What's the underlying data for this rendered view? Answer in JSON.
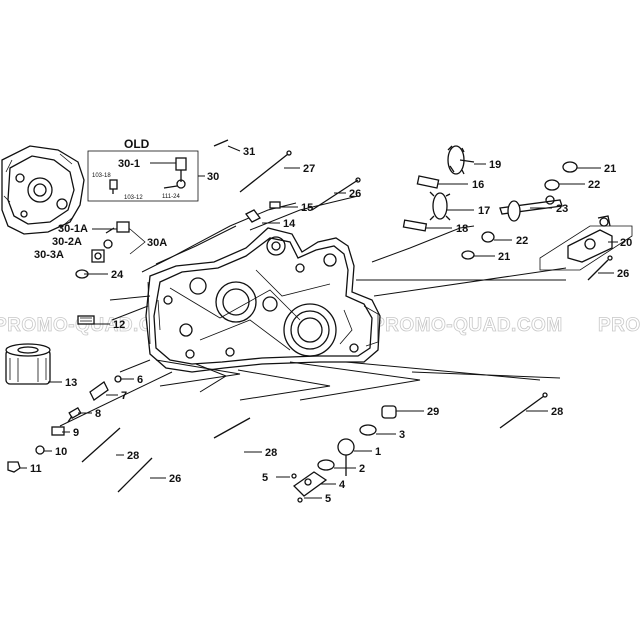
{
  "watermark": "PROMO-QUAD.COM",
  "old_box": {
    "title": "OLD",
    "labels": [
      "30-1",
      "103-18",
      "103-12",
      "111-24"
    ]
  },
  "callouts": [
    {
      "id": "c19",
      "text": "19"
    },
    {
      "id": "c16",
      "text": "16"
    },
    {
      "id": "c17",
      "text": "17"
    },
    {
      "id": "c18",
      "text": "18"
    },
    {
      "id": "c21a",
      "text": "21"
    },
    {
      "id": "c22a",
      "text": "22"
    },
    {
      "id": "c23",
      "text": "23"
    },
    {
      "id": "c22b",
      "text": "22"
    },
    {
      "id": "c21b",
      "text": "21"
    },
    {
      "id": "c20",
      "text": "20"
    },
    {
      "id": "c26a",
      "text": "26"
    },
    {
      "id": "c31",
      "text": "31"
    },
    {
      "id": "c27",
      "text": "27"
    },
    {
      "id": "c26b",
      "text": "26"
    },
    {
      "id": "c15",
      "text": "15"
    },
    {
      "id": "c14",
      "text": "14"
    },
    {
      "id": "c30",
      "text": "30"
    },
    {
      "id": "c30_1A",
      "text": "30-1A"
    },
    {
      "id": "c30_2A",
      "text": "30-2A"
    },
    {
      "id": "c30_3A",
      "text": "30-3A"
    },
    {
      "id": "c30A",
      "text": "30A"
    },
    {
      "id": "c24",
      "text": "24"
    },
    {
      "id": "c12",
      "text": "12"
    },
    {
      "id": "c13",
      "text": "13"
    },
    {
      "id": "c6",
      "text": "6"
    },
    {
      "id": "c7",
      "text": "7"
    },
    {
      "id": "c8",
      "text": "8"
    },
    {
      "id": "c9",
      "text": "9"
    },
    {
      "id": "c10",
      "text": "10"
    },
    {
      "id": "c11",
      "text": "11"
    },
    {
      "id": "c28a",
      "text": "28"
    },
    {
      "id": "c28b",
      "text": "28"
    },
    {
      "id": "c28c",
      "text": "28"
    },
    {
      "id": "c26c",
      "text": "26"
    },
    {
      "id": "c29",
      "text": "29"
    },
    {
      "id": "c3",
      "text": "3"
    },
    {
      "id": "c1",
      "text": "1"
    },
    {
      "id": "c2",
      "text": "2"
    },
    {
      "id": "c4",
      "text": "4"
    },
    {
      "id": "c5a",
      "text": "5"
    },
    {
      "id": "c5b",
      "text": "5"
    }
  ]
}
